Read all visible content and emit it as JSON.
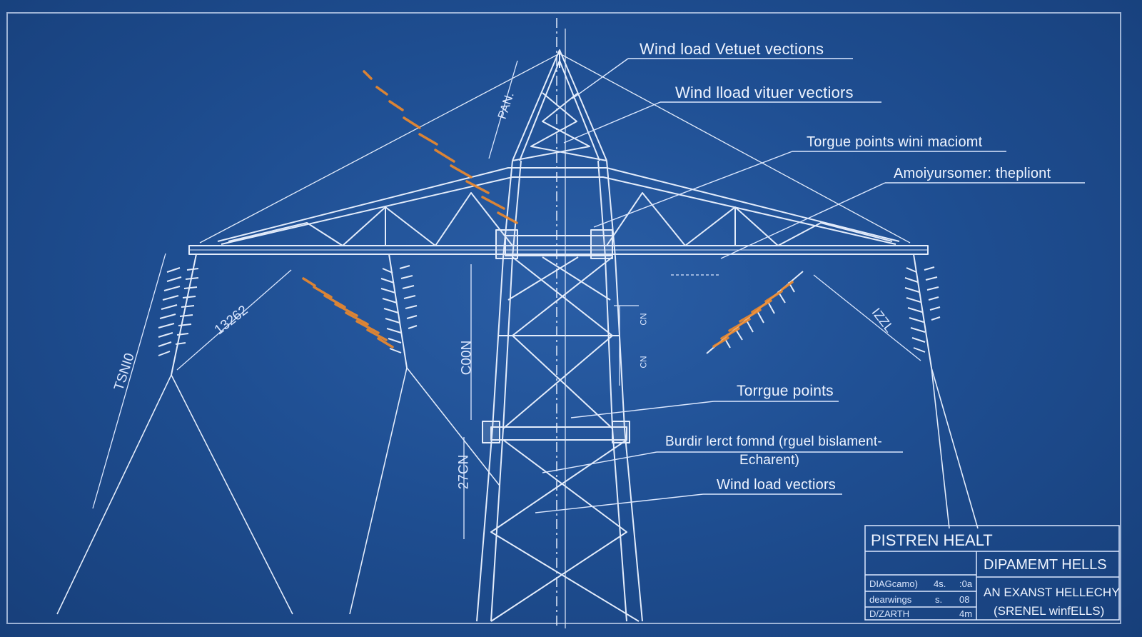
{
  "annotations": {
    "a1": "Wind load Vetuet vections",
    "a2": "Wind lload vituer vectiors",
    "a3": "Torgue points wini maciomt",
    "a4": "Amoiyursomer: thepliont",
    "a5": "Torrgue points",
    "a6_line1": "Burdir lerct fomnd (rguel bislament-",
    "a6_line2": "Echarent)",
    "a7": "Wind load vectiors"
  },
  "dimensions": {
    "d1": "PAN.",
    "d2": "13262",
    "d3": "TSNI0",
    "d4": "C00N",
    "d5": "27CN",
    "d6": "IZZL",
    "d7": "CN",
    "d8": "CN"
  },
  "title_block": {
    "title": "PISTREN HEALT",
    "dept": "DIPAMEMT HELLS",
    "row1_label": "DIAGcamo)",
    "row1_mid": "4s.",
    "row1_val": ":0a",
    "row2_label": "dearwings",
    "row2_mid": "s.",
    "row2_val": "08",
    "row3_label": "D/ZARTH",
    "row3_val": "4m",
    "note_line1": "AN EXANST HELLECHY",
    "note_line2": "(SRENEL winfELLS)"
  },
  "colors": {
    "background": "#1f4f93",
    "line": "#e3ecfb",
    "wind_vector": "#f08a2a"
  }
}
